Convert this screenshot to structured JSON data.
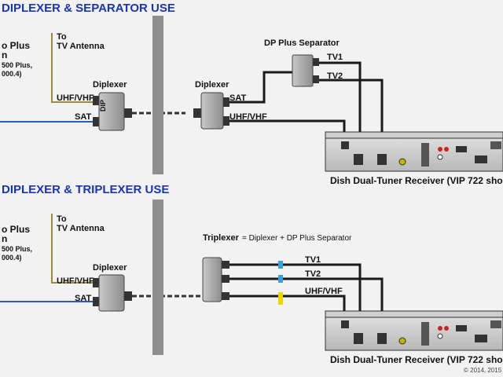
{
  "top": {
    "title": "DIPLEXER & SEPARATOR USE",
    "left_label_1": "o Plus",
    "left_label_2": "n",
    "left_label_3": "500 Plus,",
    "left_label_4": "000.4)",
    "to_label": "To",
    "tv_antenna": "TV Antenna",
    "diplexer_left": "Diplexer",
    "uhf_vhf_left": "UHF/VHF",
    "sat_left": "SAT",
    "diplexer_right": "Diplexer",
    "sat_right": "SAT",
    "uhf_vhf_right": "UHF/VHF",
    "separator_title": "DP Plus Separator",
    "tv1": "TV1",
    "tv2": "TV2",
    "receiver_label": "Dish Dual-Tuner Receiver (VIP 722 sho"
  },
  "bottom": {
    "title": "DIPLEXER & TRIPLEXER USE",
    "left_label_1": "o Plus",
    "left_label_2": "n",
    "left_label_3": "500 Plus,",
    "left_label_4": "000.4)",
    "to_label": "To",
    "tv_antenna": "TV Antenna",
    "diplexer_left": "Diplexer",
    "uhf_vhf_left": "UHF/VHF",
    "sat_left": "SAT",
    "triplexer_title": "Triplexer",
    "triplexer_note": " = Diplexer + DP Plus Separator",
    "tv1": "TV1",
    "tv2": "TV2",
    "uhf_vhf_right": "UHF/VHF",
    "receiver_label": "Dish Dual-Tuner Receiver (VIP 722 sho"
  },
  "copyright": "© 2014, 2015",
  "colors": {
    "title": "#1a35b0",
    "wall": "#8f8f8f",
    "sat_cable": "#2a5fb0",
    "antenna_cable": "#9a8a3a",
    "coax": "#1a1a1a"
  }
}
